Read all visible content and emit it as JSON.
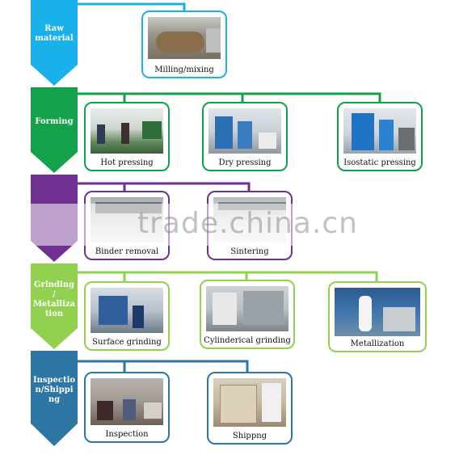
{
  "stages": [
    {
      "label": "Raw\nmaterial",
      "color": "#1ab0ea"
    },
    {
      "label": "Forming",
      "color": "#13a24a"
    },
    {
      "label": "",
      "color": "#70308f"
    },
    {
      "label": "Grinding\n/\nMetalliza\ntion",
      "color": "#92d050"
    },
    {
      "label": "Inspectio\nn/Shippi\nng",
      "color": "#2e76a3"
    }
  ],
  "steps": {
    "milling": "Milling/mixing",
    "hot_pressing": "Hot pressing",
    "dry_pressing": "Dry pressing",
    "isostatic_pressing": "Isostatic pressing",
    "binder_removal": "Binder  removal",
    "sintering": "Sintering",
    "surface_grinding": "Surface  grinding",
    "cylinderical_grinding": "Cylinderical grinding",
    "metallization": "Metallization",
    "inspection": "Inspection",
    "shipping": "Shippng"
  },
  "watermark": "trade.china.cn"
}
